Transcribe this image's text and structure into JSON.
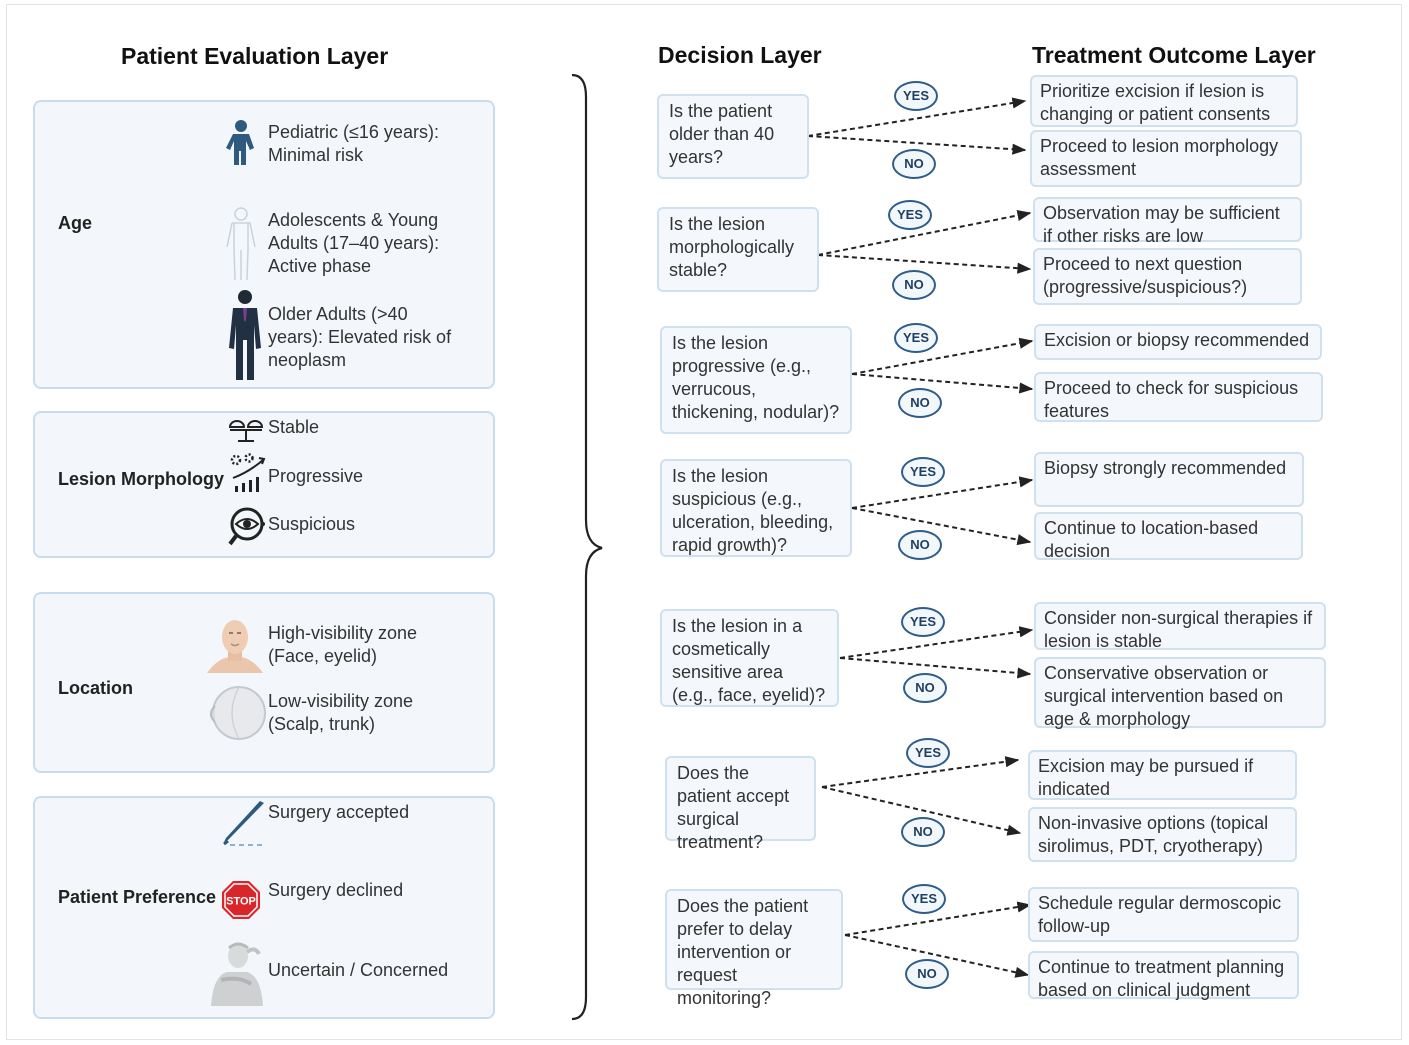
{
  "headings": {
    "evaluation": "Patient Evaluation Layer",
    "decision": "Decision Layer",
    "outcome": "Treatment Outcome Layer"
  },
  "evaluation": {
    "age": {
      "label": "Age",
      "items": [
        {
          "text": "Pediatric (≤16 years): Minimal risk",
          "icon": "child-icon"
        },
        {
          "text": "Adolescents & Young Adults (17–40 years): Active phase",
          "icon": "young-adult-icon"
        },
        {
          "text": "Older Adults (>40 years): Elevated risk of neoplasm",
          "icon": "older-adult-icon"
        }
      ]
    },
    "morphology": {
      "label": "Lesion Morphology",
      "items": [
        {
          "text": "Stable",
          "icon": "balance-icon"
        },
        {
          "text": "Progressive",
          "icon": "growth-chart-icon"
        },
        {
          "text": "Suspicious",
          "icon": "magnifier-icon"
        }
      ]
    },
    "location": {
      "label": "Location",
      "items": [
        {
          "text": "High-visibility zone (Face, eyelid)",
          "icon": "face-icon"
        },
        {
          "text": "Low-visibility zone (Scalp, trunk)",
          "icon": "scalp-icon"
        }
      ]
    },
    "preference": {
      "label": "Patient Preference",
      "items": [
        {
          "text": "Surgery accepted",
          "icon": "scalpel-icon"
        },
        {
          "text": "Surgery declined",
          "icon": "stop-sign-icon",
          "sign": "STOP"
        },
        {
          "text": "Uncertain / Concerned",
          "icon": "worried-person-icon"
        }
      ]
    }
  },
  "yes_label": "YES",
  "no_label": "NO",
  "decisions": [
    {
      "question": "Is the patient older than 40 years?",
      "yes": "Prioritize excision if lesion is changing or patient consents",
      "no": "Proceed to lesion morphology assessment"
    },
    {
      "question": "Is the lesion morphologically stable?",
      "yes": "Observation may be sufficient if other risks are low",
      "no": "Proceed to next question (progressive/suspicious?)"
    },
    {
      "question": "Is the lesion progressive (e.g., verrucous, thickening, nodular)?",
      "yes": "Excision or biopsy recommended",
      "no": "Proceed to check for suspicious features"
    },
    {
      "question": "Is the lesion suspicious (e.g., ulceration, bleeding, rapid growth)?",
      "yes": "Biopsy strongly recommended",
      "no": "Continue to location-based decision"
    },
    {
      "question": "Is the lesion in a cosmetically sensitive area (e.g., face, eyelid)?",
      "yes": "Consider non-surgical therapies if lesion is stable",
      "no": "Conservative observation or surgical intervention based on age & morphology"
    },
    {
      "question": "Does the patient accept surgical treatment?",
      "yes": "Excision may be pursued if indicated",
      "no": "Non-invasive options (topical sirolimus, PDT, cryotherapy)"
    },
    {
      "question": "Does the patient prefer to delay intervention or request monitoring?",
      "yes": "Schedule regular dermoscopic follow-up",
      "no": "Continue to treatment planning based on clinical judgment"
    }
  ]
}
